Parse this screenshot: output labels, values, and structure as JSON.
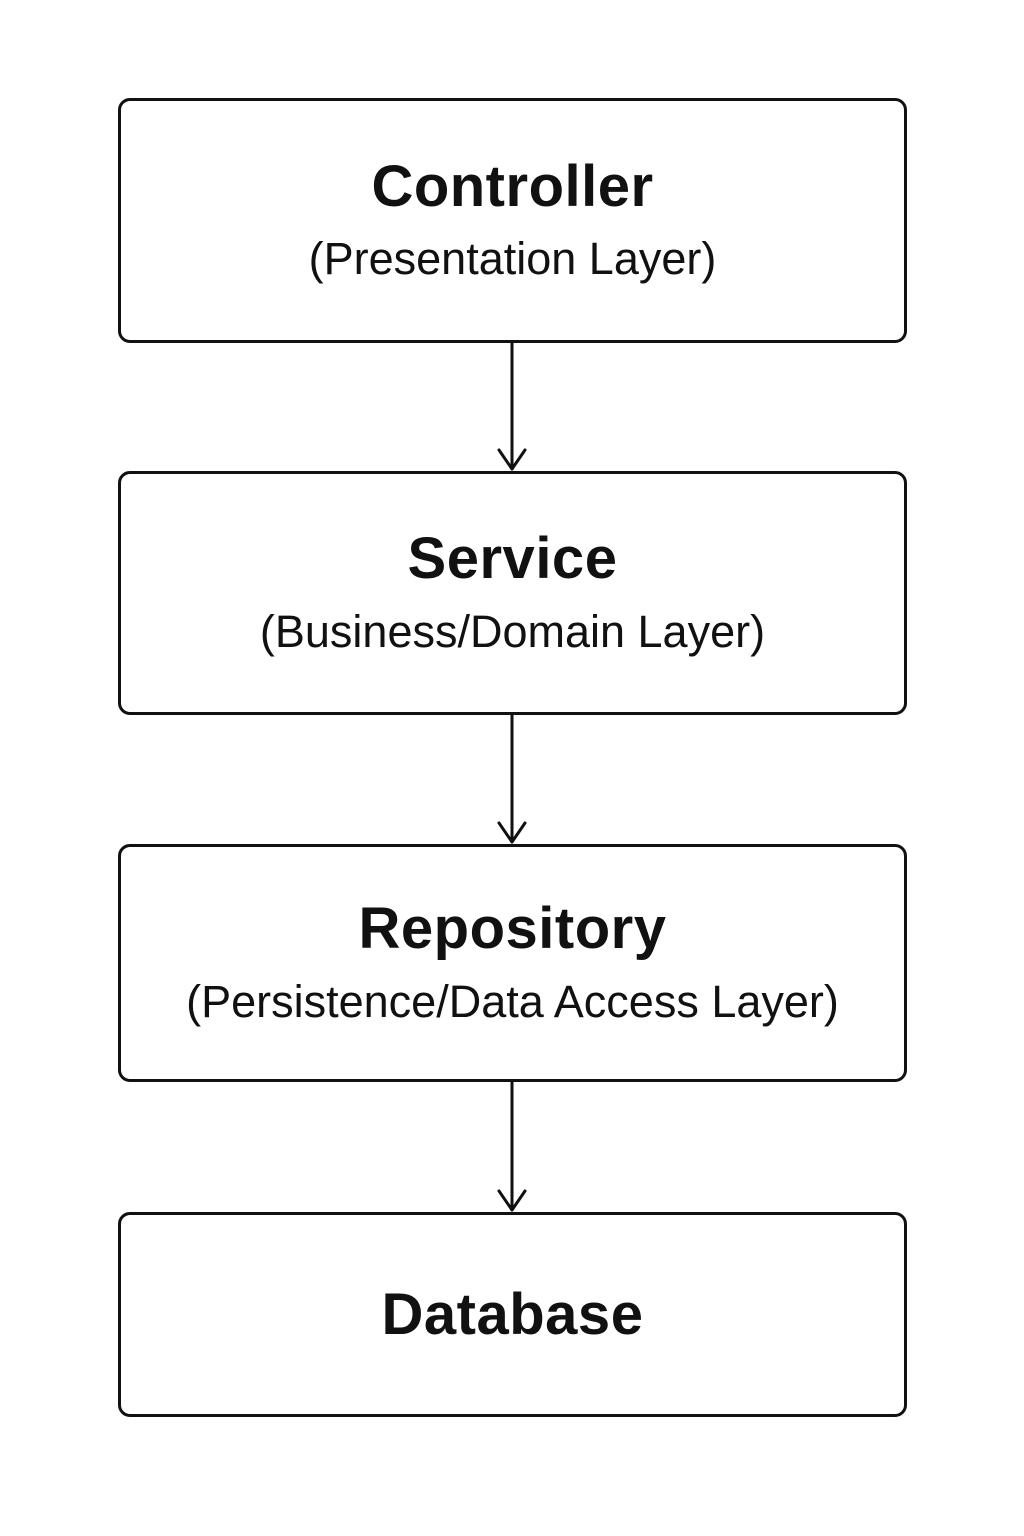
{
  "diagram": {
    "layers": [
      {
        "id": "controller",
        "title": "Controller",
        "subtitle": "(Presentation Layer)"
      },
      {
        "id": "service",
        "title": "Service",
        "subtitle": "(Business/Domain Layer)"
      },
      {
        "id": "repository",
        "title": "Repository",
        "subtitle": "(Persistence/Data Access Layer)"
      },
      {
        "id": "database",
        "title": "Database",
        "subtitle": ""
      }
    ],
    "connections": [
      {
        "from": "controller",
        "to": "service"
      },
      {
        "from": "service",
        "to": "repository"
      },
      {
        "from": "repository",
        "to": "database"
      }
    ]
  },
  "colors": {
    "stroke": "#111111",
    "background": "#ffffff"
  }
}
